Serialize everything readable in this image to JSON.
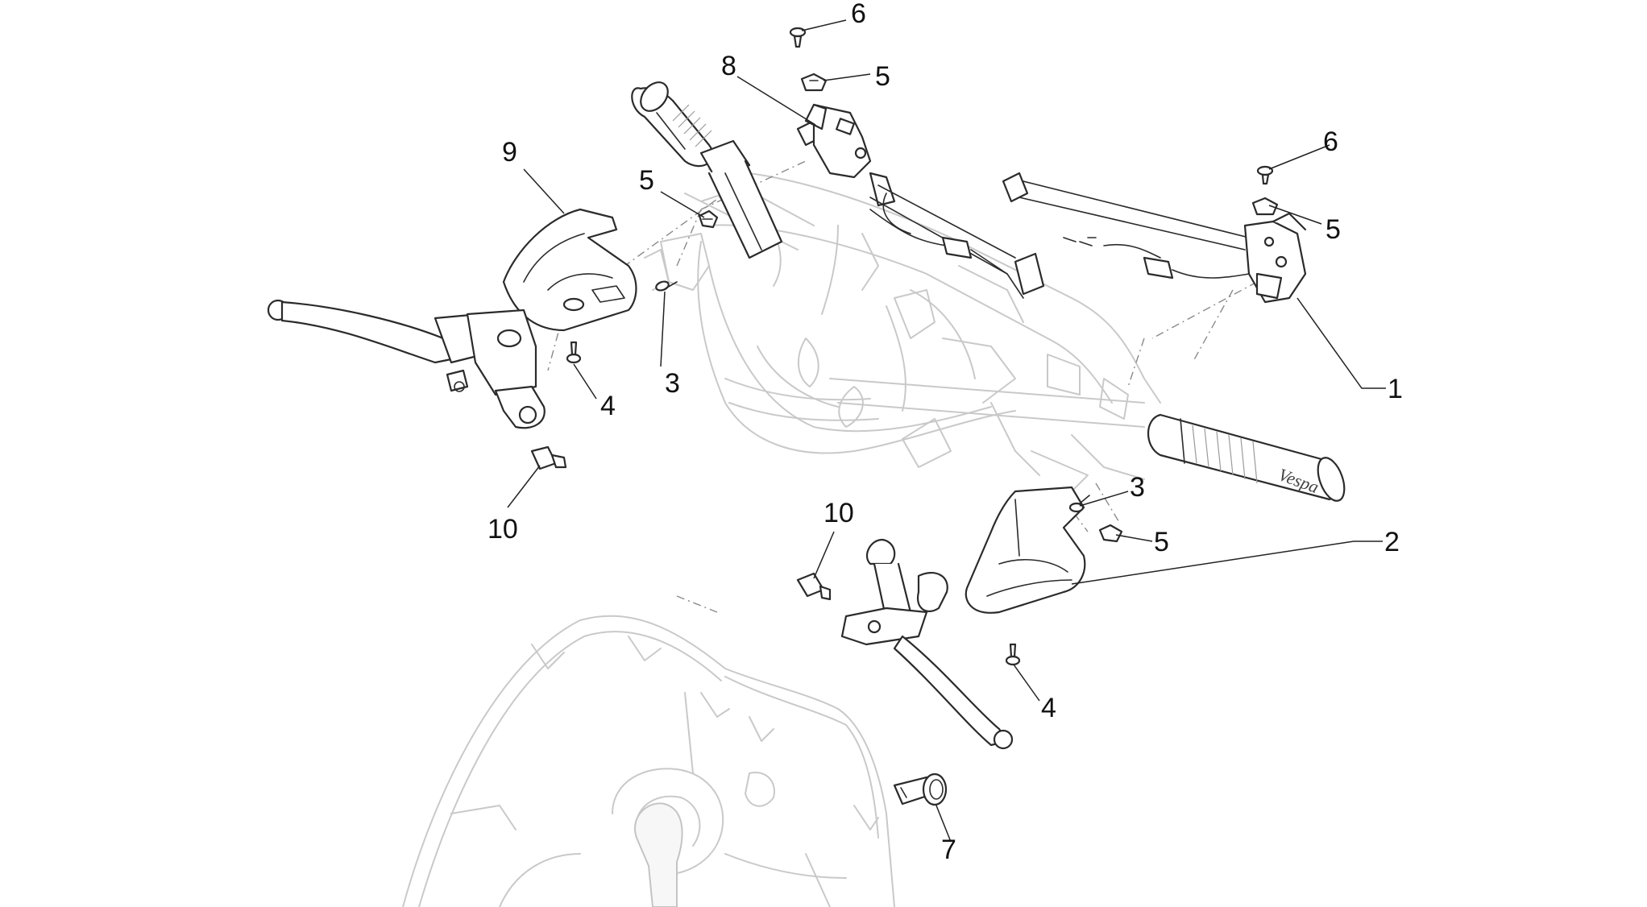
{
  "diagram": {
    "callouts": [
      "1",
      "2",
      "3",
      "3",
      "4",
      "4",
      "5",
      "5",
      "5",
      "5",
      "6",
      "6",
      "7",
      "8",
      "9",
      "10",
      "10"
    ],
    "grip_logo_text": "Vespa"
  }
}
